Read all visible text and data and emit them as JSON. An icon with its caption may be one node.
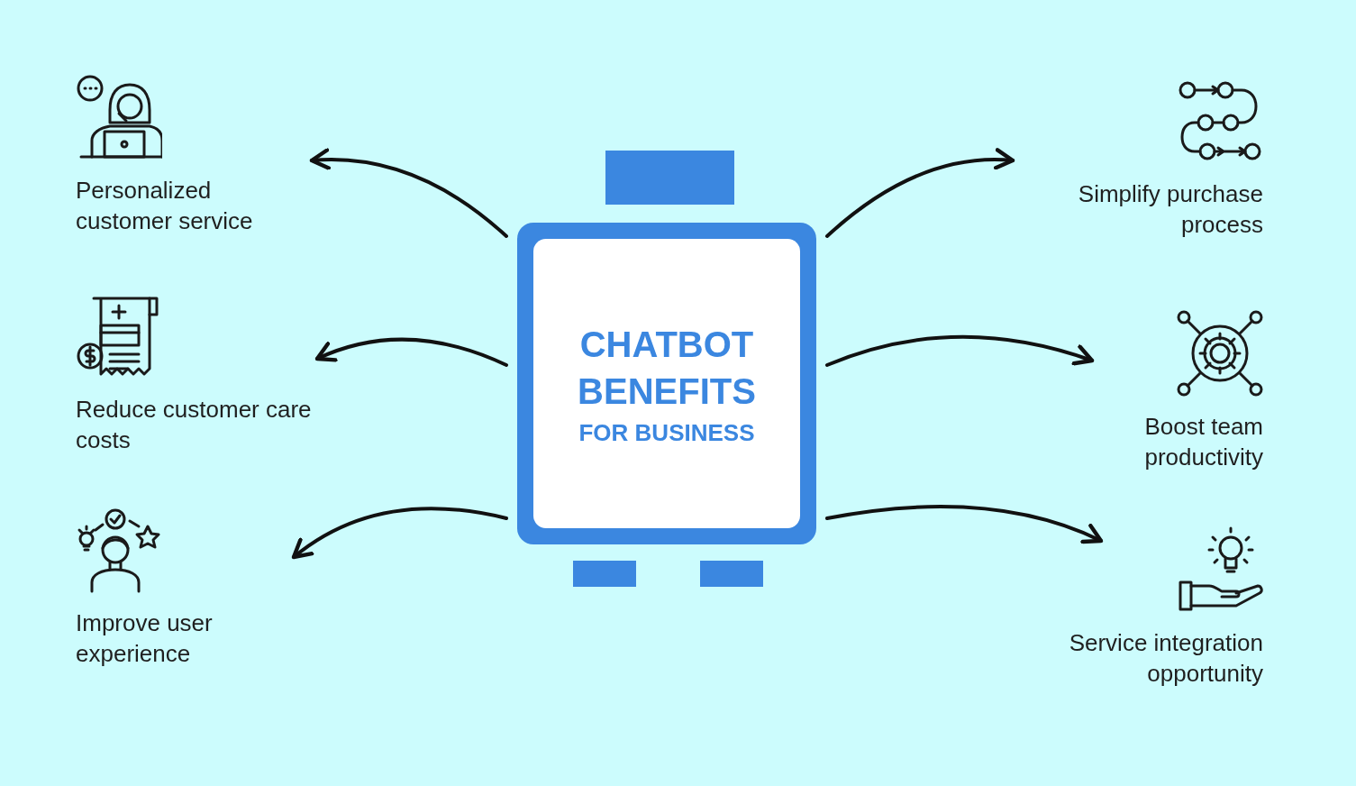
{
  "diagram": {
    "nodes": [
      {
        "text": [
          "CHATBOT BENEFITS",
          "FOR BUSINESS"
        ]
      },
      {
        "text": [
          "Personalized customer service"
        ]
      },
      {
        "text": [
          "Reduce customer care costs"
        ]
      },
      {
        "text": [
          "Improve user experience"
        ]
      },
      {
        "text": [
          "Simplify purchase process"
        ]
      },
      {
        "text": [
          "Boost team productivity"
        ]
      },
      {
        "text": [
          "Service integration opportunity"
        ]
      }
    ],
    "edges": [
      {
        "from": 0,
        "to": 1,
        "arrow": "to"
      },
      {
        "from": 0,
        "to": 2,
        "arrow": "to"
      },
      {
        "from": 0,
        "to": 3,
        "arrow": "to"
      },
      {
        "from": 0,
        "to": 4,
        "arrow": "to"
      },
      {
        "from": 0,
        "to": 5,
        "arrow": "to"
      },
      {
        "from": 0,
        "to": 6,
        "arrow": "to"
      }
    ]
  }
}
